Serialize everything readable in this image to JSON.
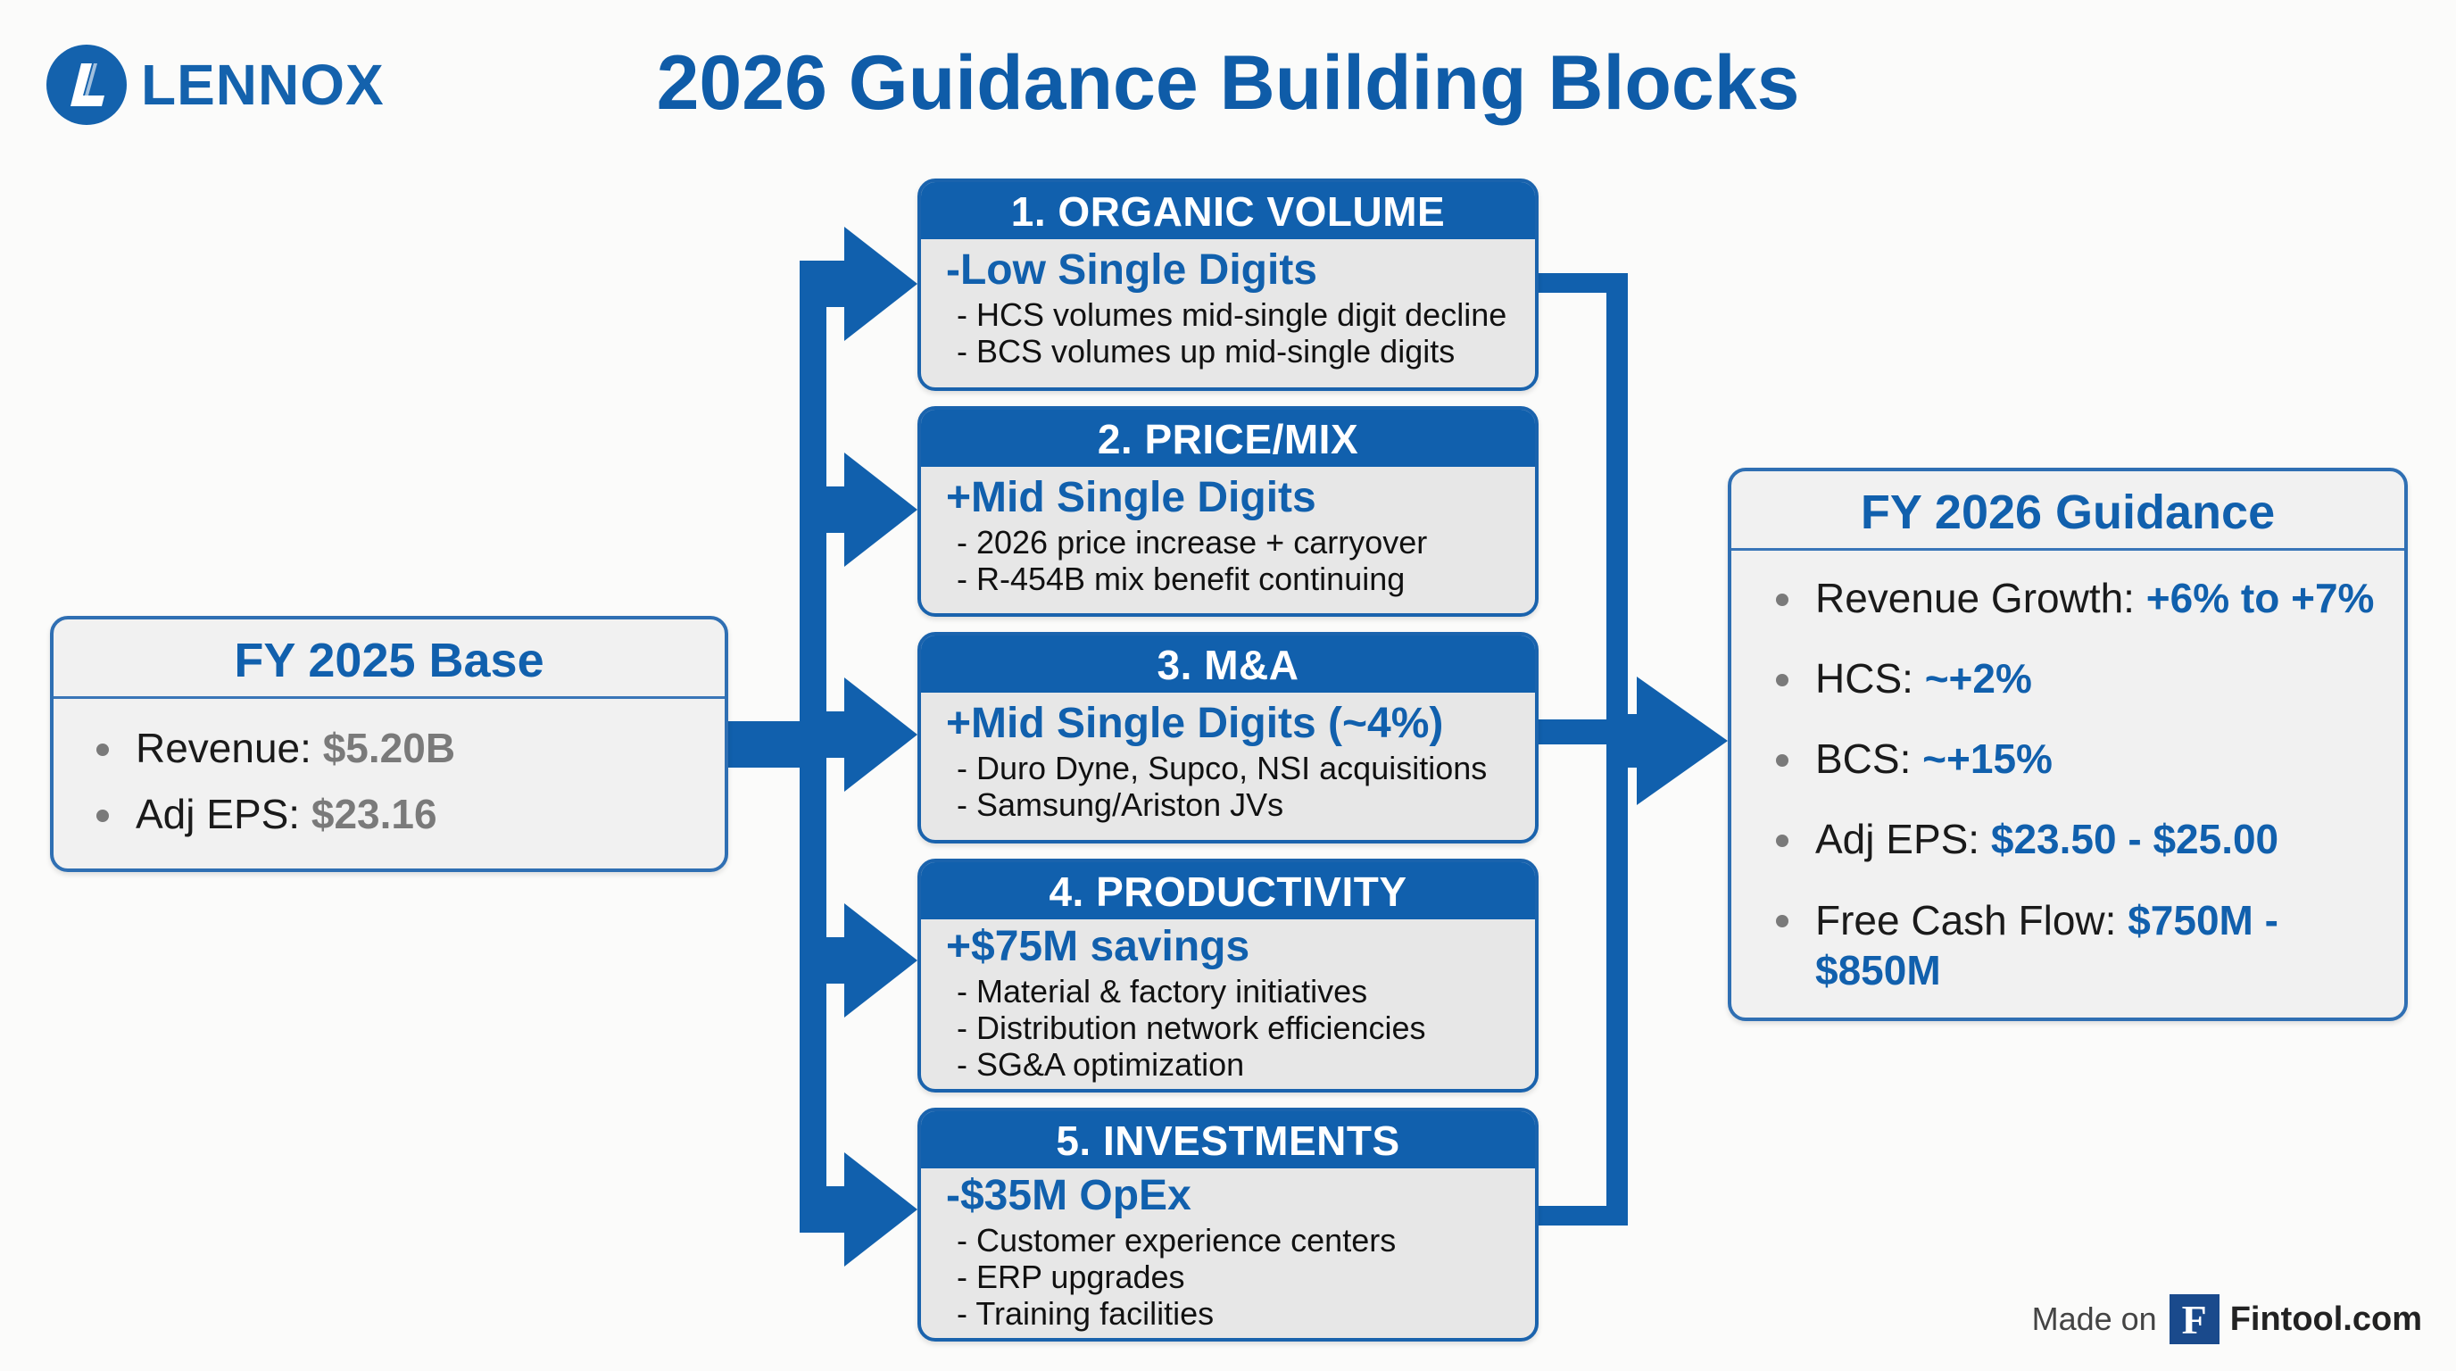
{
  "logo": {
    "name": "LENNOX",
    "mark": "L"
  },
  "title": "2026 Guidance Building Blocks",
  "base": {
    "title": "FY 2025 Base",
    "items": [
      {
        "label": "Revenue: ",
        "value": "$5.20B"
      },
      {
        "label": "Adj EPS: ",
        "value": "$23.16"
      }
    ]
  },
  "blocks": [
    {
      "header": "1. ORGANIC VOLUME",
      "headline": "-Low Single Digits",
      "bullets": [
        "- HCS volumes mid-single digit decline",
        "- BCS volumes up mid-single digits"
      ]
    },
    {
      "header": "2. PRICE/MIX",
      "headline": "+Mid Single Digits",
      "bullets": [
        "- 2026 price increase + carryover",
        "- R-454B mix benefit continuing"
      ]
    },
    {
      "header": "3. M&A",
      "headline": "+Mid Single Digits (~4%)",
      "bullets": [
        "- Duro Dyne, Supco, NSI acquisitions",
        "- Samsung/Ariston JVs"
      ]
    },
    {
      "header": "4. PRODUCTIVITY",
      "headline": "+$75M savings",
      "bullets": [
        "- Material & factory initiatives",
        "- Distribution network efficiencies",
        "- SG&A optimization"
      ]
    },
    {
      "header": "5. INVESTMENTS",
      "headline": "-$35M OpEx",
      "bullets": [
        "- Customer experience centers",
        "- ERP upgrades",
        "- Training facilities"
      ]
    }
  ],
  "guidance": {
    "title": "FY 2026 Guidance",
    "items": [
      {
        "label": "Revenue Growth: ",
        "value": "+6% to +7%"
      },
      {
        "label": "HCS: ",
        "value": "~+2%"
      },
      {
        "label": "BCS: ",
        "value": "~+15%"
      },
      {
        "label": "Adj EPS: ",
        "value": "$23.50 - $25.00"
      },
      {
        "label": "Free Cash Flow: ",
        "value": "$750M - $850M"
      }
    ]
  },
  "footer": {
    "made_on": "Made on",
    "brand_mark": "F",
    "brand": "Fintool.com"
  },
  "colors": {
    "primary": "#1160ad",
    "muted_value": "#7a7a7a",
    "box_fill": "#e7e7e7"
  }
}
